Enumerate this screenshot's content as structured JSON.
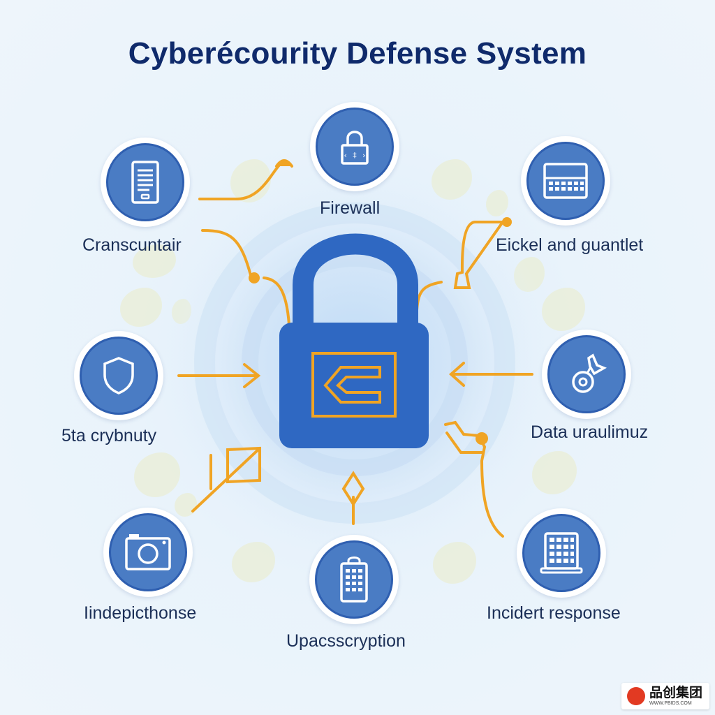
{
  "title": "Cyberécourity Defense System",
  "colors": {
    "accent_orange": "#f0a424",
    "node_blue": "#4a7cc4",
    "lock_blue": "#2f68c2",
    "title_navy": "#0f2a6b"
  },
  "center": {
    "icon": "padlock-icon"
  },
  "nodes": [
    {
      "id": "firewall",
      "label": "Firewall",
      "icon": "padlock-code-icon"
    },
    {
      "id": "top-left",
      "label": "Cranscuntair",
      "icon": "document-tablet-icon"
    },
    {
      "id": "top-right",
      "label": "Eickel and guantlet",
      "icon": "keyboard-monitor-icon"
    },
    {
      "id": "mid-left",
      "label": "5ta crybnuty",
      "icon": "shield-icon"
    },
    {
      "id": "mid-right",
      "label": "Data uraulimuz",
      "icon": "flag-target-icon"
    },
    {
      "id": "bottom-left",
      "label": "Iindepicthonse",
      "icon": "camera-icon"
    },
    {
      "id": "bottom-center",
      "label": "Upacsscryption",
      "icon": "keypad-lock-icon"
    },
    {
      "id": "bottom-right",
      "label": "Incidert response",
      "icon": "calculator-icon"
    }
  ],
  "badge": {
    "name": "品创集团",
    "site": "WWW.PBIDS.COM"
  }
}
